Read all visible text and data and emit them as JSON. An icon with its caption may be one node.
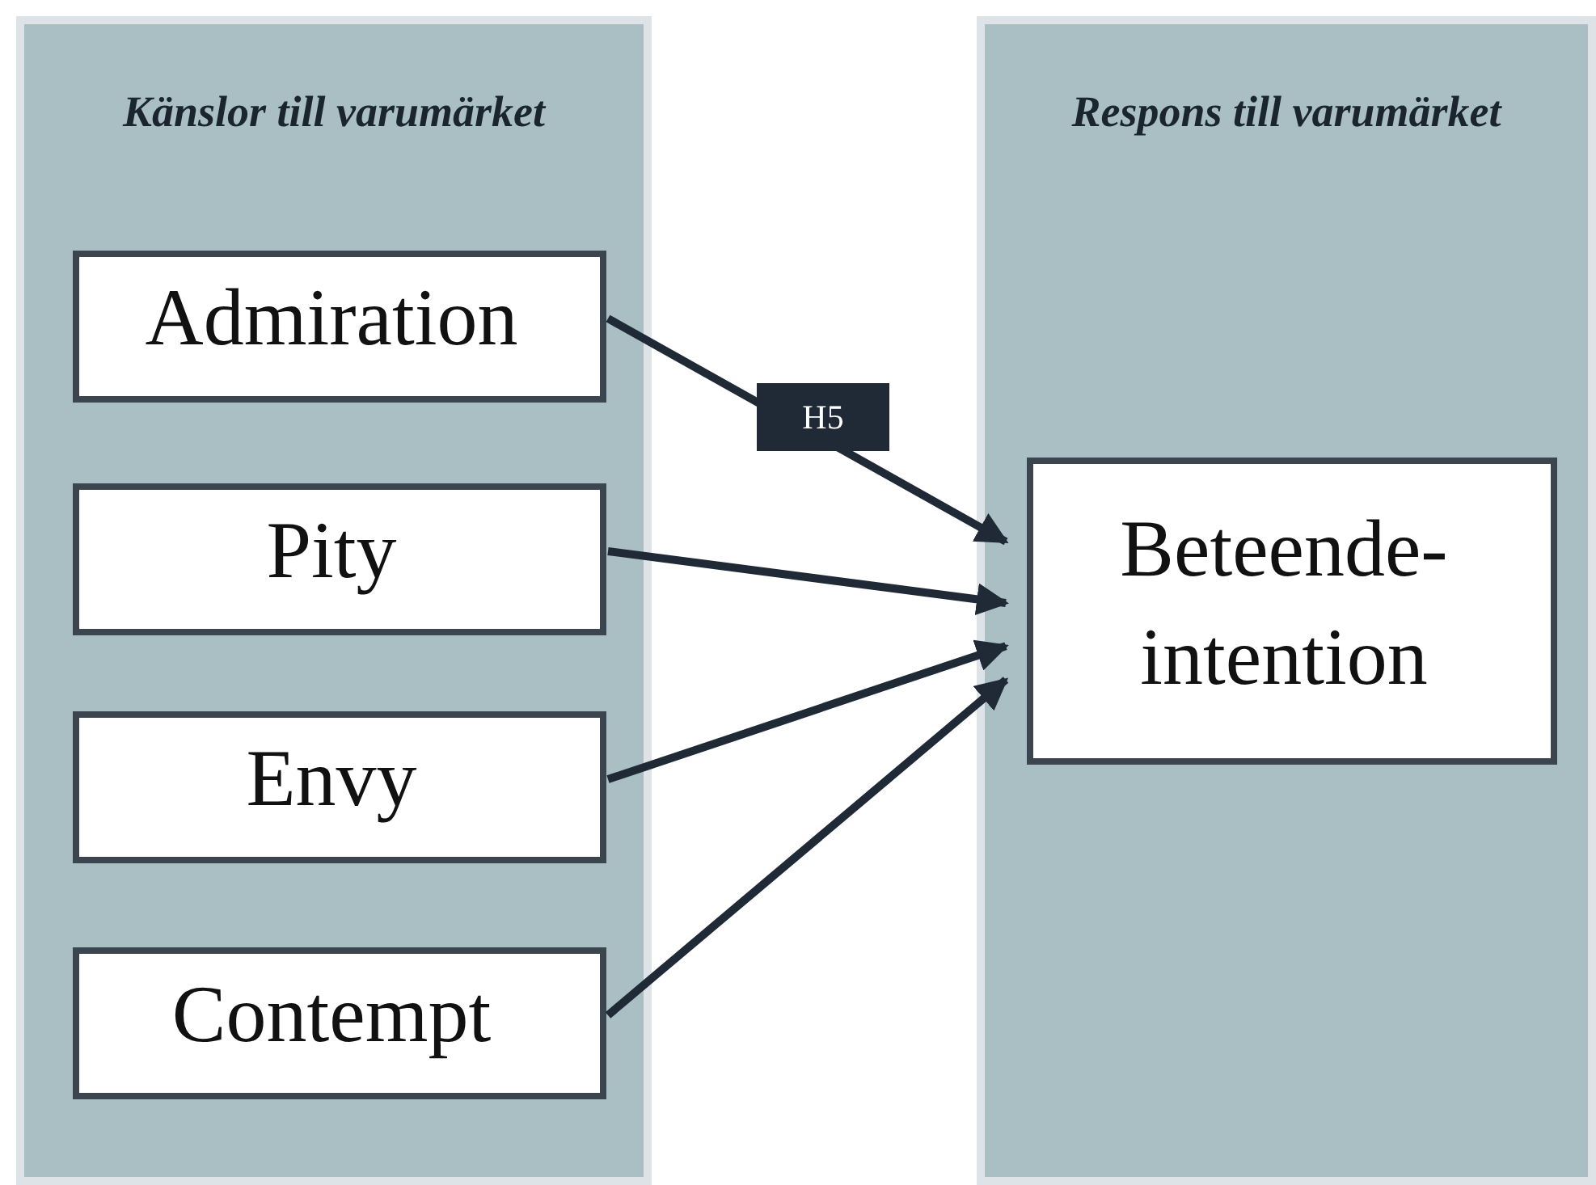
{
  "diagram": {
    "nodes": [
      {
        "text": [
          "Känslor till varumärket"
        ]
      },
      {
        "text": [
          "Admiration"
        ],
        "in": 0
      },
      {
        "text": [
          "Pity"
        ],
        "in": 0
      },
      {
        "text": [
          "Envy"
        ],
        "in": 0
      },
      {
        "text": [
          "Contempt"
        ],
        "in": 0
      },
      {
        "text": [
          "Respons till varumärket"
        ]
      },
      {
        "text": [
          "Beteende- intention"
        ],
        "in": 5
      }
    ],
    "edges": [
      {
        "from": 1,
        "to": 6,
        "arrow": "to",
        "label": "H5"
      },
      {
        "from": 2,
        "to": 6,
        "arrow": "to"
      },
      {
        "from": 3,
        "to": 6,
        "arrow": "to"
      },
      {
        "from": 4,
        "to": 6,
        "arrow": "to"
      }
    ]
  }
}
